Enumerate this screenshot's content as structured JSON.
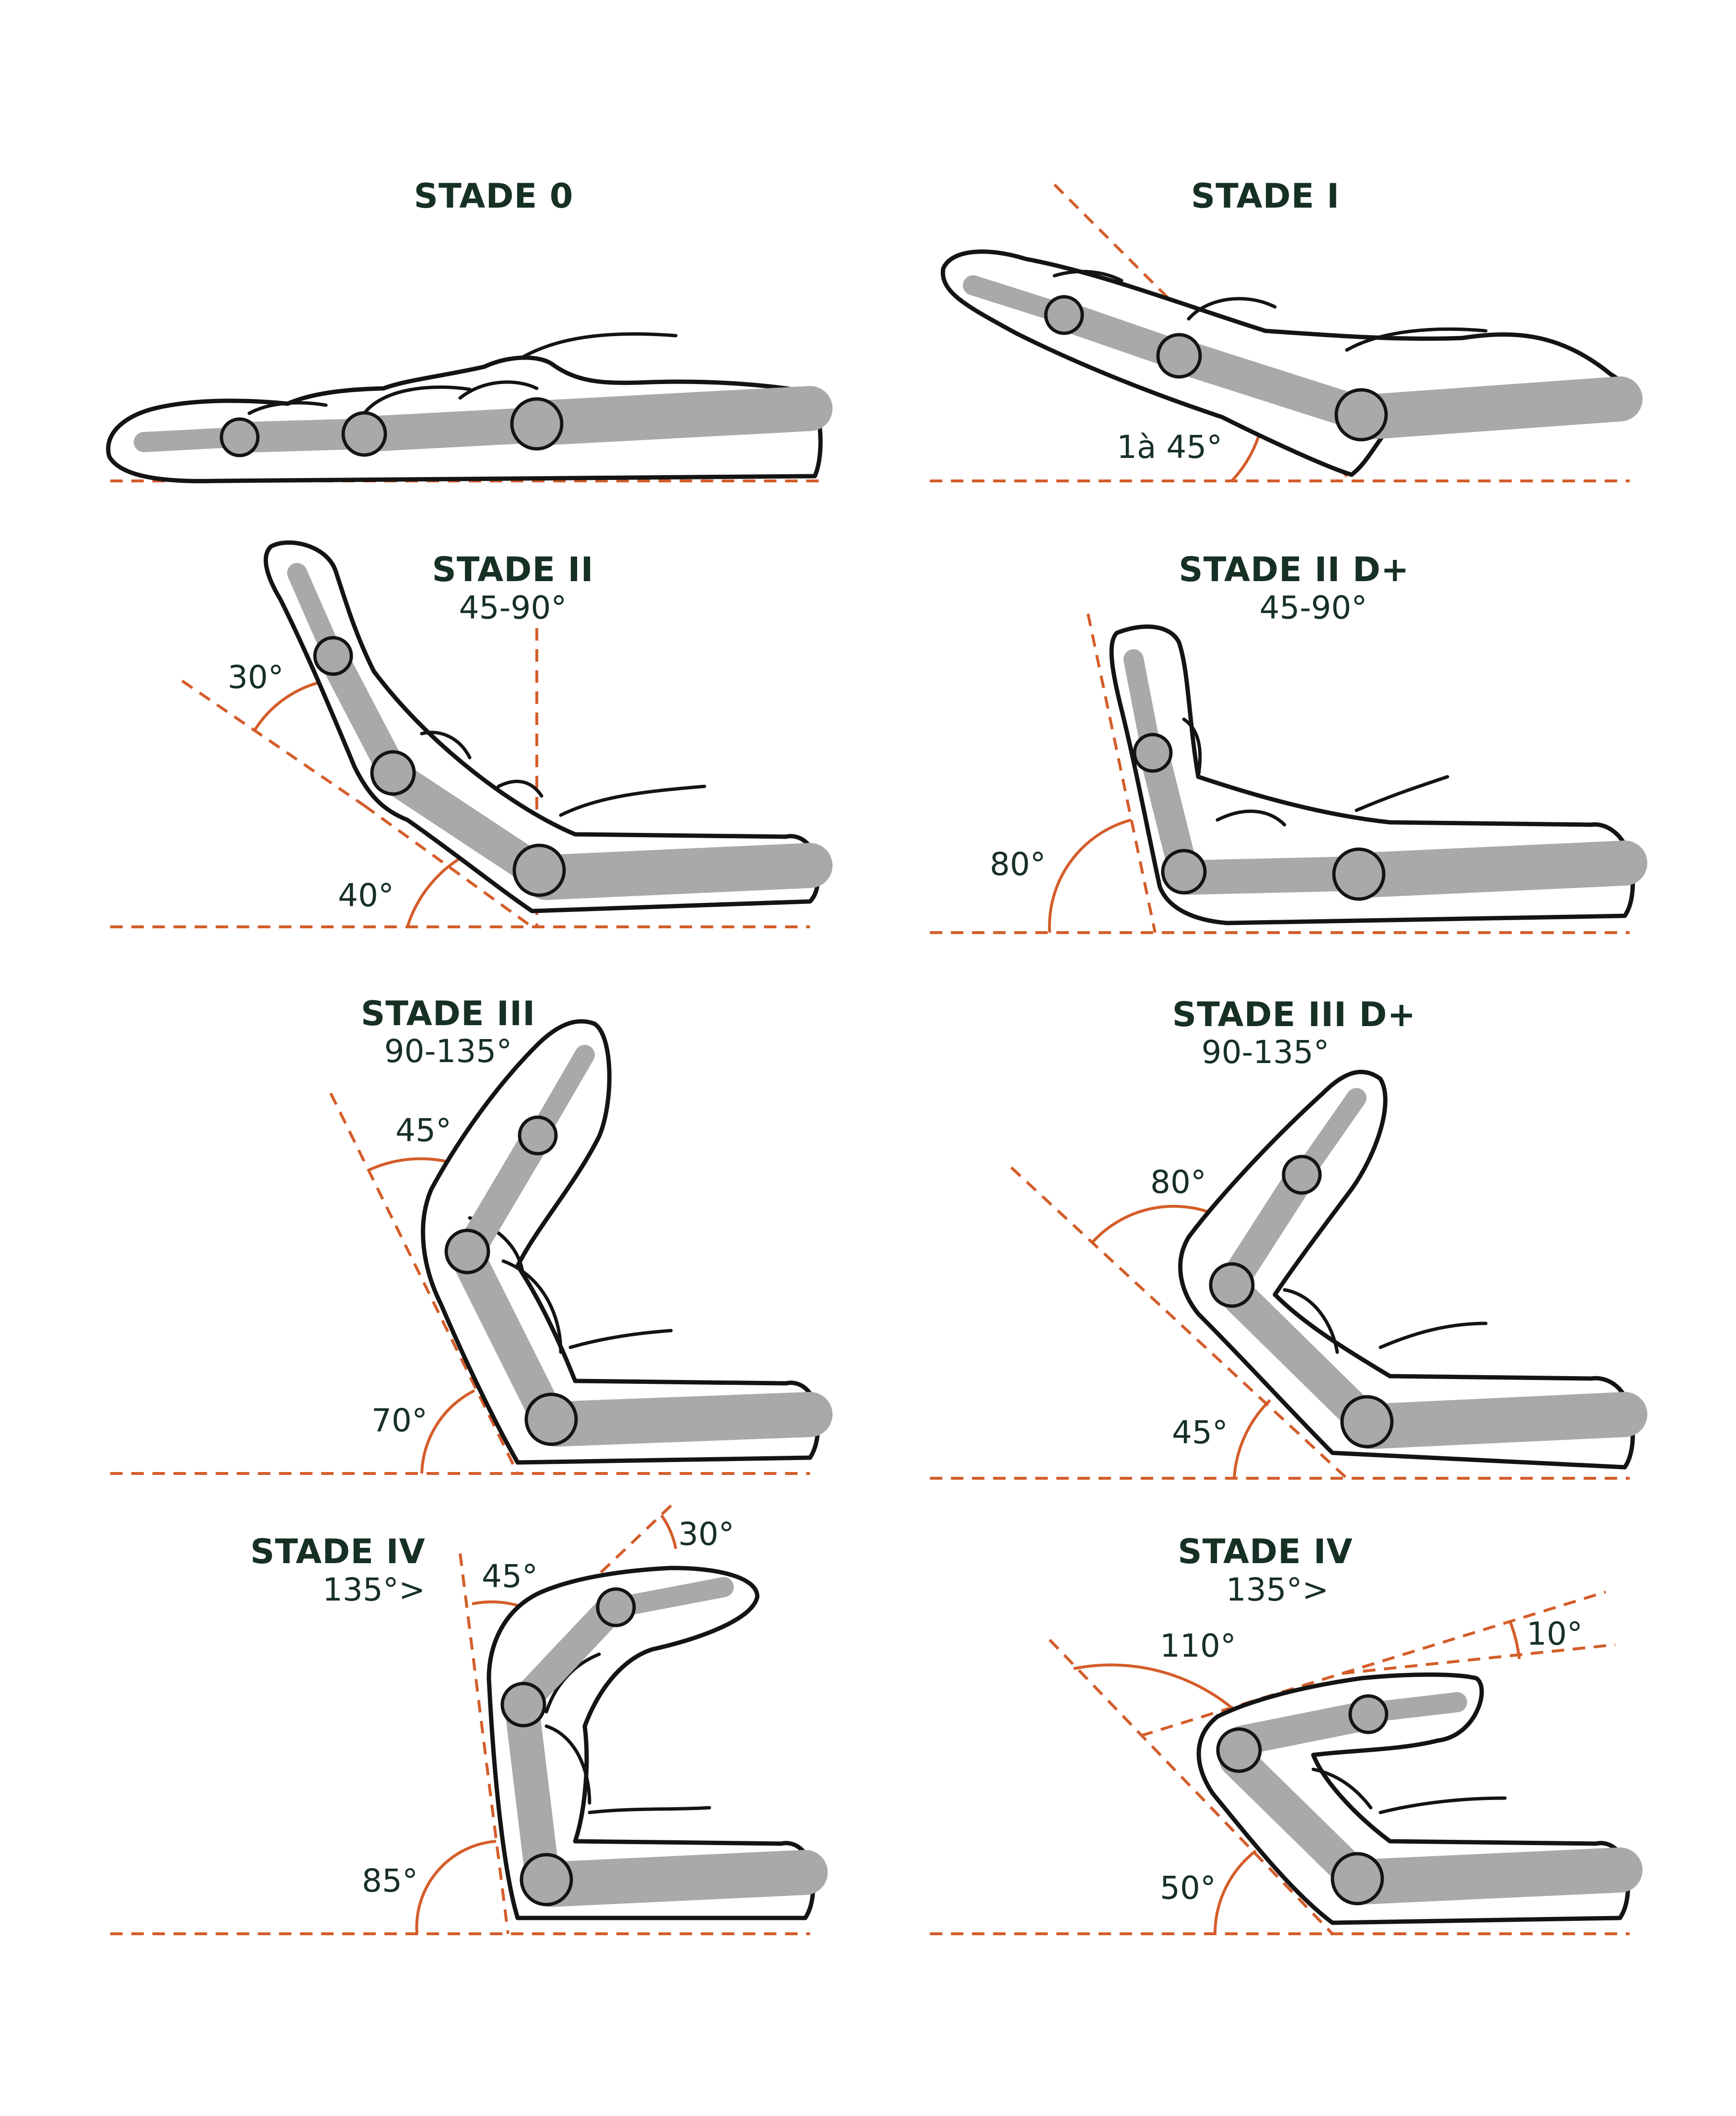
{
  "colors": {
    "accent": "#d45d2a",
    "bone": "#a9a9a9",
    "outline": "#141414",
    "text": "#173024"
  },
  "panels": [
    {
      "id": "stade-0",
      "title": "STADE 0",
      "range": "",
      "angles": []
    },
    {
      "id": "stade-1",
      "title": "STADE I",
      "range": "",
      "angles": [
        "1à 45°"
      ]
    },
    {
      "id": "stade-2",
      "title": "STADE II",
      "range": "45-90°",
      "angles": [
        "30°",
        "40°"
      ]
    },
    {
      "id": "stade-2d",
      "title": "STADE II D+",
      "range": "45-90°",
      "angles": [
        "80°"
      ]
    },
    {
      "id": "stade-3",
      "title": "STADE III",
      "range": "90-135°",
      "angles": [
        "45°",
        "70°"
      ]
    },
    {
      "id": "stade-3d",
      "title": "STADE III D+",
      "range": "90-135°",
      "angles": [
        "80°",
        "45°"
      ]
    },
    {
      "id": "stade-4a",
      "title": "STADE IV",
      "range": "135°>",
      "angles": [
        "45°",
        "30°",
        "85°"
      ]
    },
    {
      "id": "stade-4b",
      "title": "STADE IV",
      "range": "135°>",
      "angles": [
        "110°",
        "10°",
        "50°"
      ]
    }
  ]
}
